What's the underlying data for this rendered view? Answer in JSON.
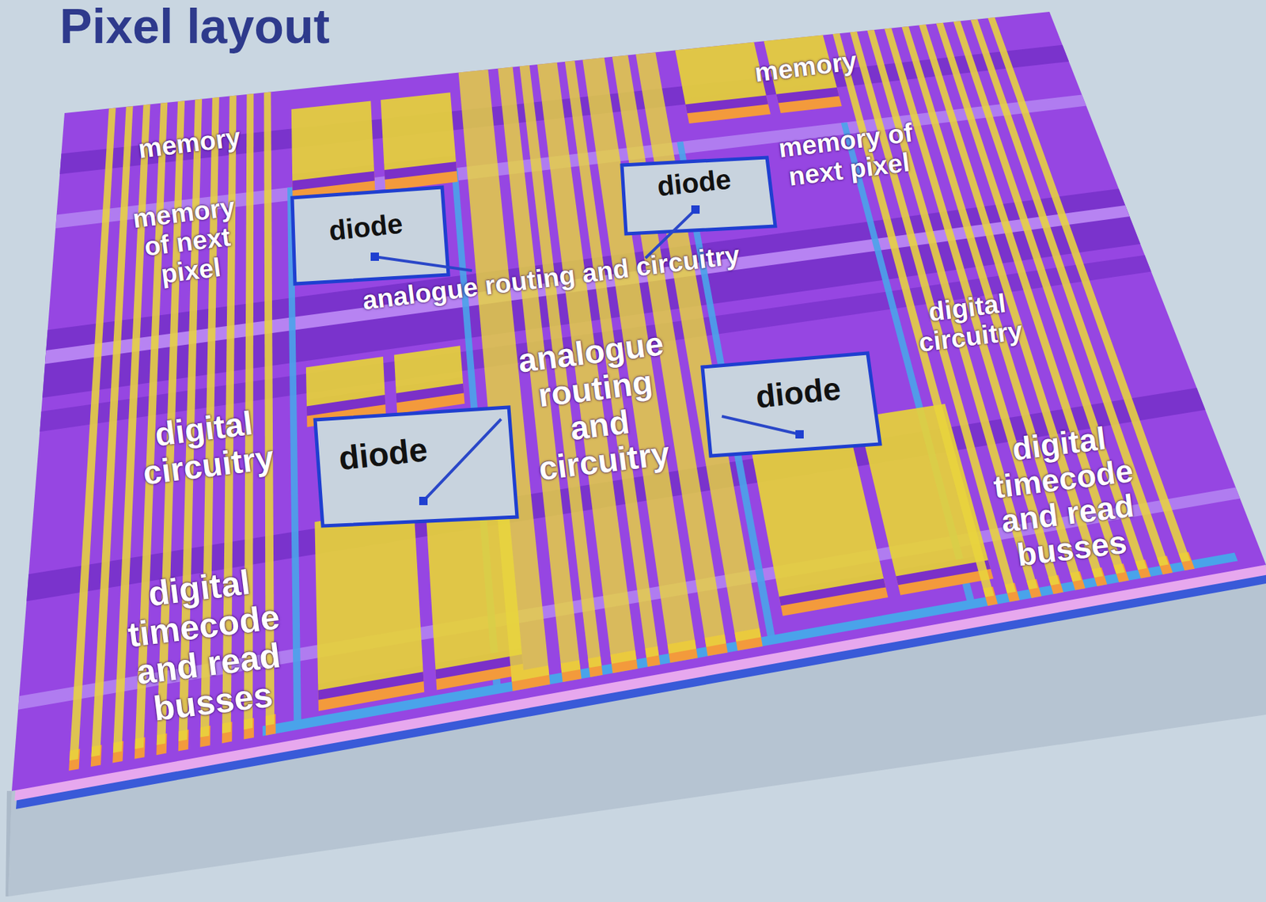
{
  "diagram": {
    "title": "Pixel layout",
    "nodes": [
      {
        "text": [
          "diode"
        ]
      },
      {
        "text": [
          "diode"
        ]
      },
      {
        "text": [
          "diode"
        ]
      },
      {
        "text": [
          "diode"
        ]
      }
    ],
    "labels": [
      "memory",
      "memory of next pixel",
      "memory",
      "memory of next pixel",
      "analogue routing and circuitry",
      "digital circuitry",
      "analogue routing and circuitry",
      "digital circuitry",
      "digital timecode and read busses",
      "digital timecode and read busses"
    ]
  }
}
